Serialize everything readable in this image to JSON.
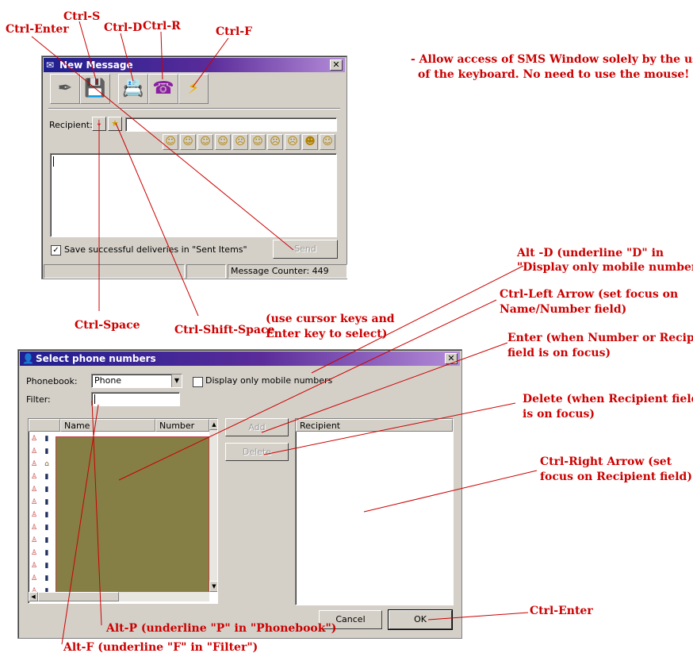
{
  "annotations": {
    "ctrl_enter_top": "Ctrl-Enter",
    "ctrl_s": "Ctrl-S",
    "ctrl_d": "Ctrl-D",
    "ctrl_r": "Ctrl-R",
    "ctrl_f": "Ctrl-F",
    "note_line1": "- Allow access of SMS Window solely by the use",
    "note_line2": "of the keyboard. No need to use the mouse!",
    "ctrl_space": "Ctrl-Space",
    "ctrl_shift_space": "Ctrl-Shift-Space",
    "cursor_line1": "(use cursor keys and",
    "cursor_line2": "Enter key to select)",
    "alt_d_line1": "Alt -D (underline \"D\" in",
    "alt_d_line2": "\"Display only mobile numbers\")",
    "ctrl_left_line1": "Ctrl-Left Arrow (set focus on",
    "ctrl_left_line2": "Name/Number field)",
    "enter_line1": "Enter (when Number or Recipient",
    "enter_line2": "field is on focus)",
    "delete_line1": "Delete (when Recipient field",
    "delete_line2": "is on focus)",
    "ctrl_right_line1": "Ctrl-Right Arrow (set",
    "ctrl_right_line2": "focus on Recipient field)",
    "ctrl_enter_bottom": "Ctrl-Enter",
    "alt_p": "Alt-P (underline \"P\" in \"Phonebook\")",
    "alt_f": "Alt-F (underline \"F\" in \"Filter\")"
  },
  "new_message": {
    "title": "New Message",
    "close": "✕",
    "recipient_label": "Recipient:",
    "recipient_value": "",
    "message_value": "",
    "save_checked": "✓",
    "save_label": "Save successful deliveries in \"Sent Items\"",
    "send_label": "Send",
    "status_counter": "Message Counter: 449",
    "toolbar_icons": [
      "send-icon",
      "save-icon",
      "phonebook-icon",
      "reply-icon",
      "lightning-icon"
    ],
    "smileys": [
      "☺",
      "☺",
      "☺",
      "☺",
      "☹",
      "☺",
      "☹",
      "☹",
      "☻",
      "☺"
    ]
  },
  "select_phone": {
    "title": "Select phone numbers",
    "close": "✕",
    "phonebook_label": "Phonebook:",
    "phonebook_value": "Phone",
    "display_mobile_label": "Display only mobile numbers",
    "filter_label": "Filter:",
    "filter_value": "",
    "col_name": "Name",
    "col_number": "Number",
    "add_label": "Add",
    "delete_label": "Delete",
    "recipient_header": "Recipient",
    "cancel_label": "Cancel",
    "ok_label": "OK",
    "list_fill_color": "#857f45"
  }
}
